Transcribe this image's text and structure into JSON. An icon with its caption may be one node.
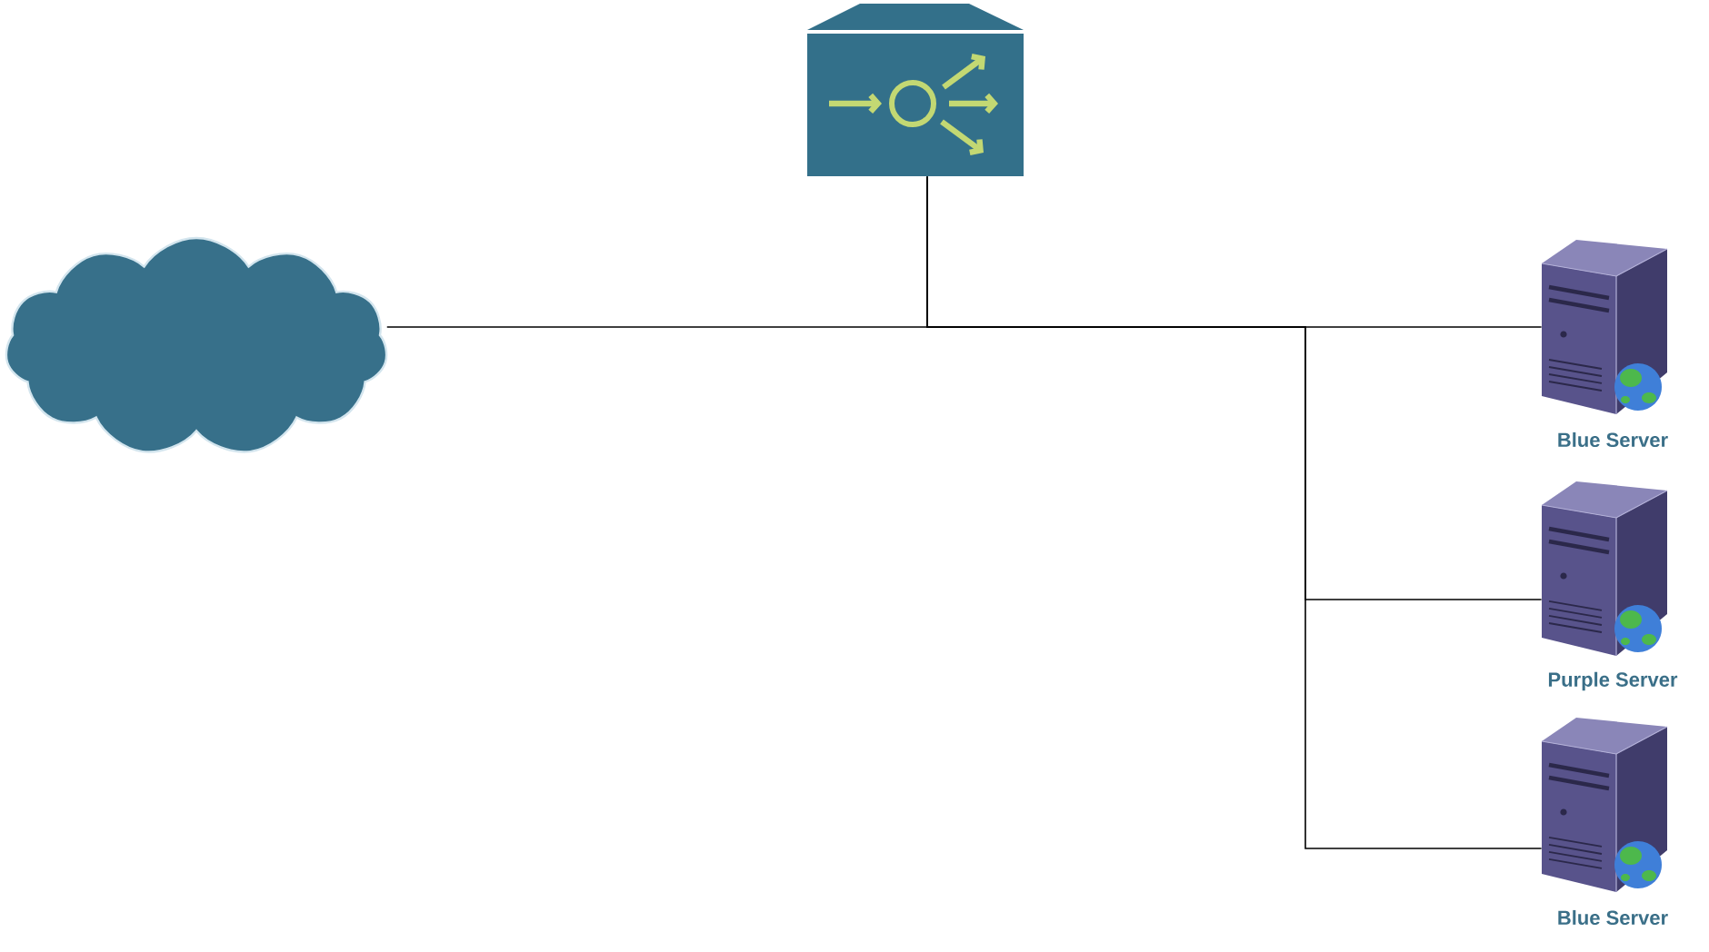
{
  "diagram": {
    "nodes": [
      {
        "text": [],
        "shape": "cloud"
      },
      {
        "text": [],
        "shape": "picture"
      },
      {
        "text": [
          "Blue Server"
        ]
      },
      {
        "text": [
          "Purple Server"
        ]
      },
      {
        "text": [
          "Blue Server"
        ]
      }
    ],
    "edges": [
      {
        "from": 0,
        "to": 1,
        "arrow": "none"
      },
      {
        "from": 1,
        "to": 2,
        "arrow": "none"
      },
      {
        "from": 1,
        "to": 3,
        "arrow": "none"
      },
      {
        "from": 1,
        "to": 4,
        "arrow": "none"
      }
    ]
  }
}
